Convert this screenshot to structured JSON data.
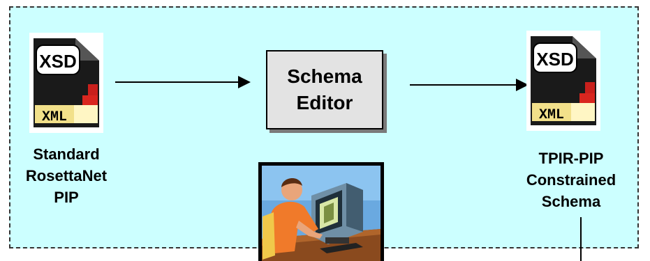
{
  "source_file": {
    "icon_top": "XSD",
    "icon_bottom": "XML",
    "caption": [
      "Standard",
      "RosettaNet",
      "PIP"
    ]
  },
  "editor": {
    "label": [
      "Schema",
      "Editor"
    ]
  },
  "target_file": {
    "icon_top": "XSD",
    "icon_bottom": "XML",
    "caption": [
      "TPIR-PIP",
      "Constrained",
      "Schema"
    ]
  },
  "colors": {
    "panel_background": "#ccffff",
    "editor_fill": "#e3e3e3",
    "arrow": "#000000"
  }
}
